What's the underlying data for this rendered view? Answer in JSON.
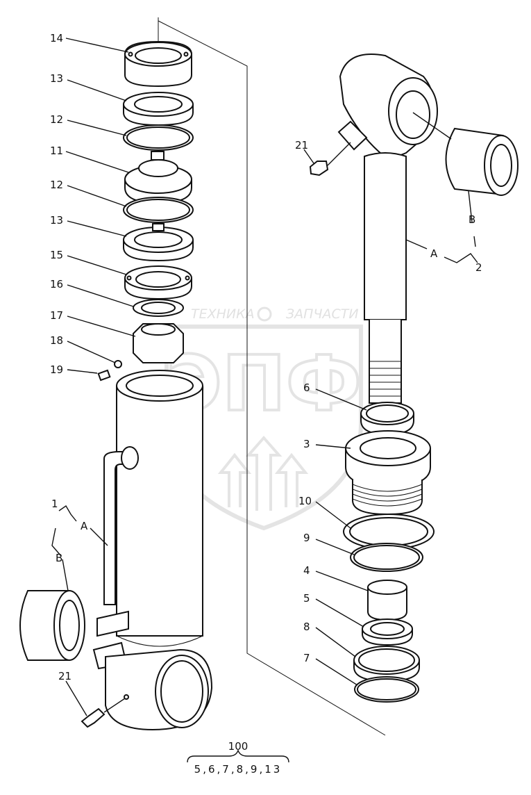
{
  "labels": {
    "p14": "14",
    "p13a": "13",
    "p12a": "12",
    "p11": "11",
    "p12b": "12",
    "p13b": "13",
    "p15": "15",
    "p16": "16",
    "p17": "17",
    "p18": "18",
    "p19": "19",
    "p1": "1",
    "p1a": "A",
    "p1b": "B",
    "p21a": "21",
    "p2": "2",
    "p2a": "A",
    "p2b": "B",
    "p6": "6",
    "p3": "3",
    "p10": "10",
    "p9": "9",
    "p4": "4",
    "p5": "5",
    "p8": "8",
    "p7": "7",
    "p21b": "21"
  },
  "kit": {
    "number": "100",
    "contents": "5,6,7,8,9,13"
  },
  "watermark": {
    "left_text": "ТЕХНИКА",
    "right_text": "ЗАПЧАСТИ",
    "logo_text": "ЭПФ",
    "color": "#c9c9c9"
  }
}
